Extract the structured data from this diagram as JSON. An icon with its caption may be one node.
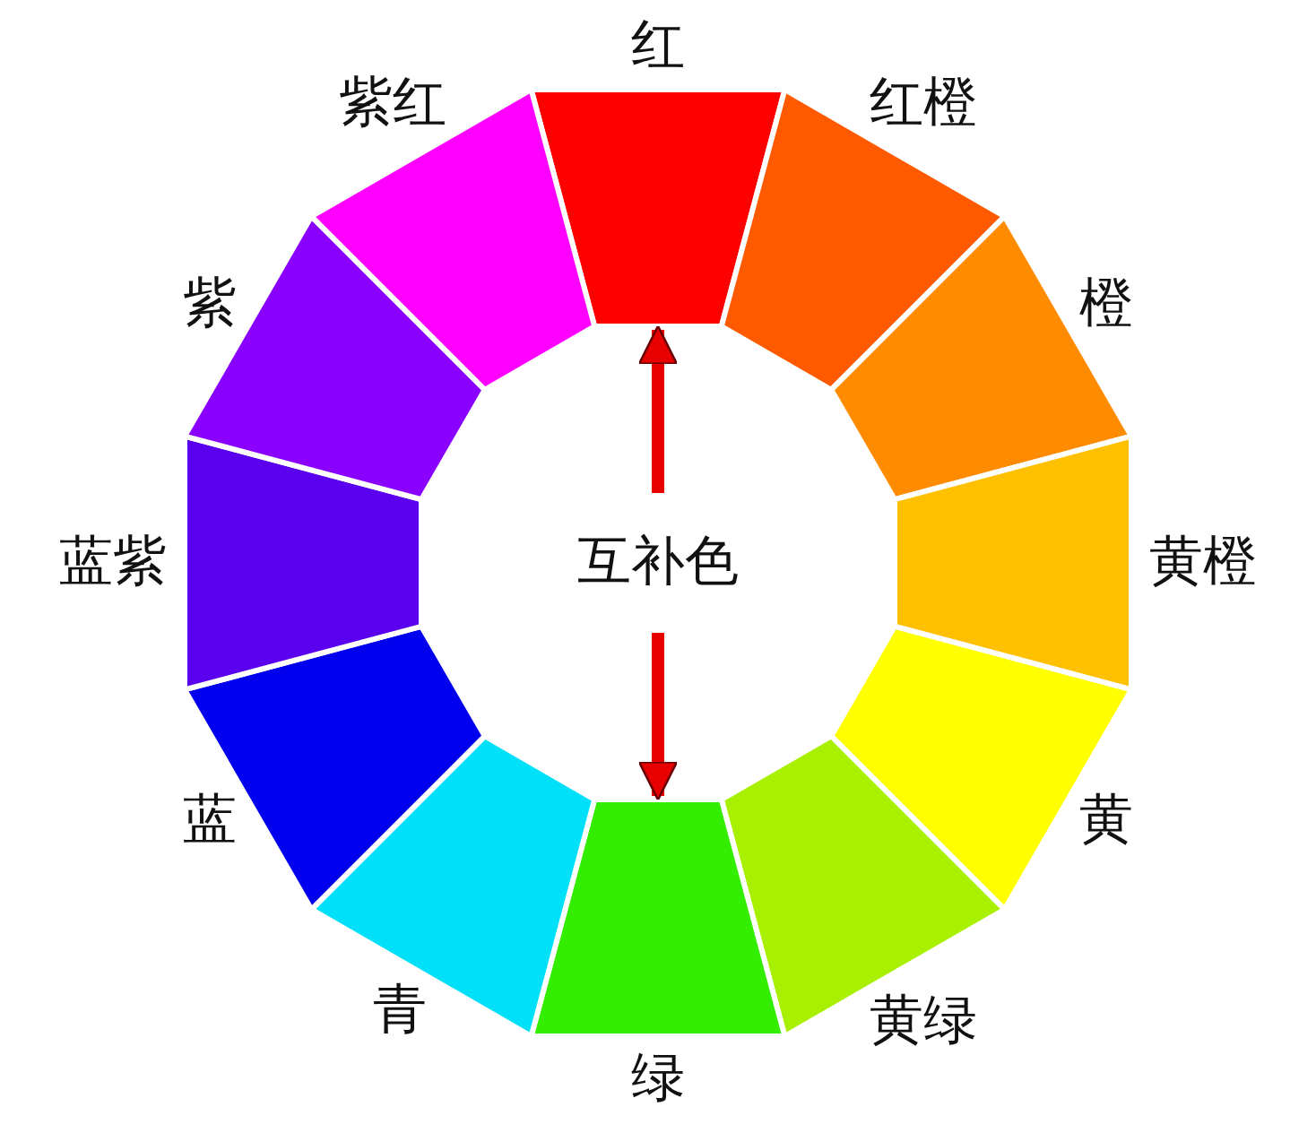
{
  "diagram": {
    "nodes": [
      {
        "text": [
          "红"
        ]
      },
      {
        "text": [
          "红橙"
        ]
      },
      {
        "text": [
          "橙"
        ]
      },
      {
        "text": [
          "黄橙"
        ]
      },
      {
        "text": [
          "黄"
        ]
      },
      {
        "text": [
          "黄绿"
        ]
      },
      {
        "text": [
          "绿"
        ]
      },
      {
        "text": [
          "青"
        ]
      },
      {
        "text": [
          "蓝"
        ]
      },
      {
        "text": [
          "蓝紫"
        ]
      },
      {
        "text": [
          "紫"
        ]
      },
      {
        "text": [
          "紫红"
        ]
      },
      {
        "text": [
          "互补色"
        ]
      }
    ],
    "edges": [
      {
        "from": 12,
        "to": 0,
        "arrow": "to"
      },
      {
        "from": 12,
        "to": 6,
        "arrow": "to"
      }
    ]
  }
}
